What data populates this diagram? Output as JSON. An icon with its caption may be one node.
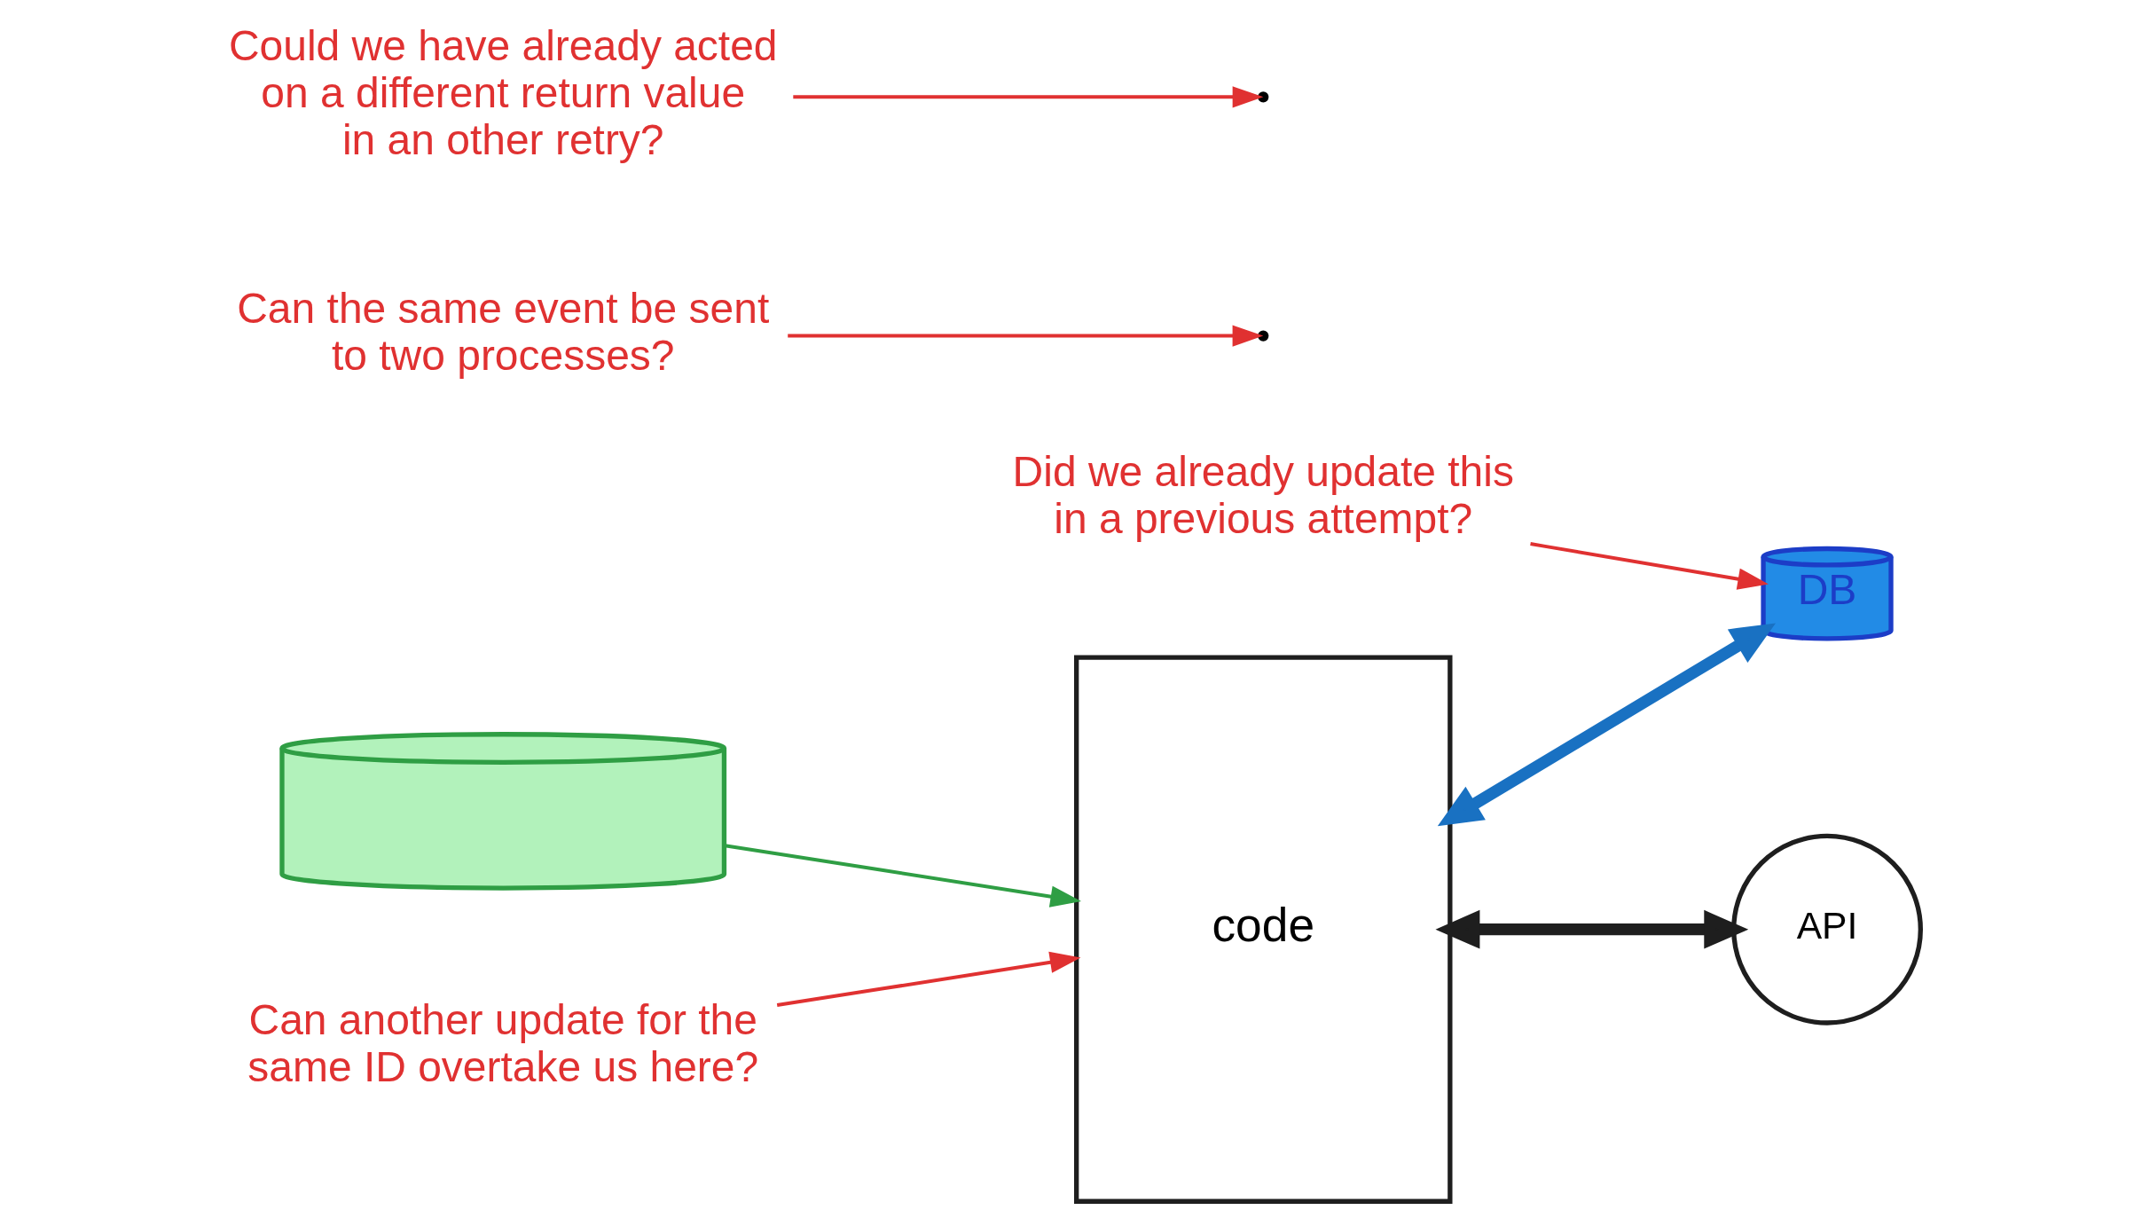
{
  "diagram": {
    "nodes": [
      {
        "text": [],
        "shape": "cylinder"
      },
      {
        "text": [
          "code"
        ]
      },
      {
        "text": [
          "DB"
        ]
      },
      {
        "text": [
          "API"
        ]
      },
      {
        "text": [
          "Did we already update this in a previous attempt?"
        ]
      },
      {
        "text": [
          "Can another update for the same ID overtake us here?"
        ]
      },
      {
        "text": [
          "Can the same event be sent to two processes?"
        ]
      },
      {
        "text": [
          "Could we have already acted on a different return value in an other retry?"
        ]
      }
    ],
    "edges": [
      {
        "from": 0,
        "to": 1,
        "arrow": "to",
        "color": "#2f9e44"
      },
      {
        "from": 1,
        "to": 2,
        "arrow": "both",
        "style": "thick",
        "color": "#1971c2"
      },
      {
        "from": 1,
        "to": 3,
        "arrow": "both",
        "style": "thick",
        "color": "#1e1e1e"
      },
      {
        "from": 4,
        "to": 2,
        "arrow": "to",
        "color": "#e03131"
      },
      {
        "from": 5,
        "to": 1,
        "arrow": "to",
        "color": "#e03131"
      },
      {
        "from": 6,
        "to": null,
        "arrow": "to",
        "color": "#e03131"
      },
      {
        "from": 7,
        "to": null,
        "arrow": "to",
        "color": "#e03131"
      }
    ]
  }
}
